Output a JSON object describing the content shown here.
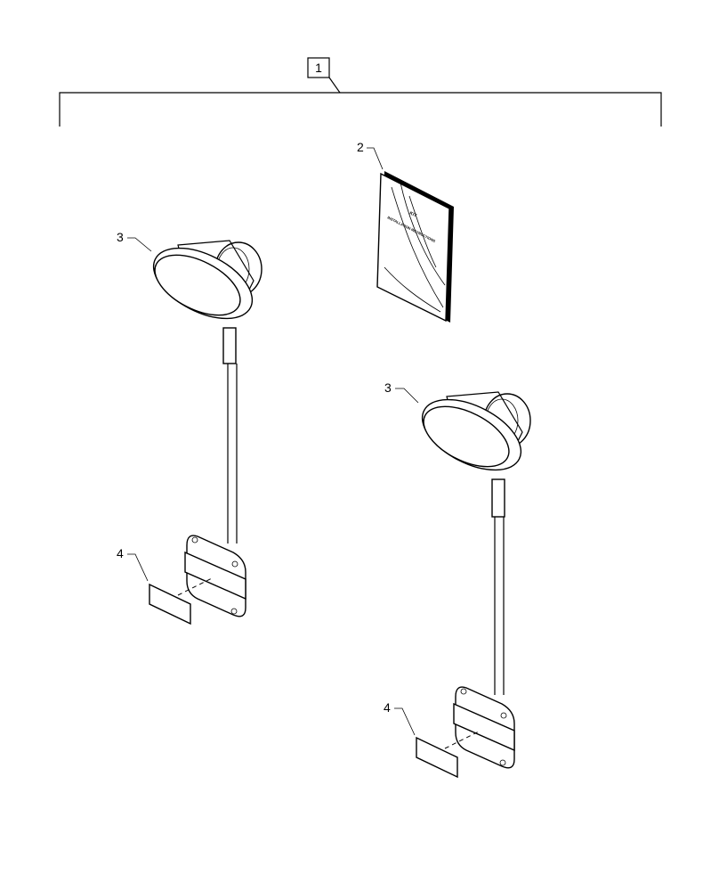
{
  "kit_callout": "1",
  "items": [
    {
      "id": "booklet",
      "callout": "2",
      "title": "KIT",
      "subtitle": "INSTALLATION INSTRUCTIONS"
    },
    {
      "id": "lamp-left",
      "callout": "3"
    },
    {
      "id": "lamp-right",
      "callout": "3"
    },
    {
      "id": "label-left",
      "callout": "4"
    },
    {
      "id": "label-right",
      "callout": "4"
    }
  ]
}
